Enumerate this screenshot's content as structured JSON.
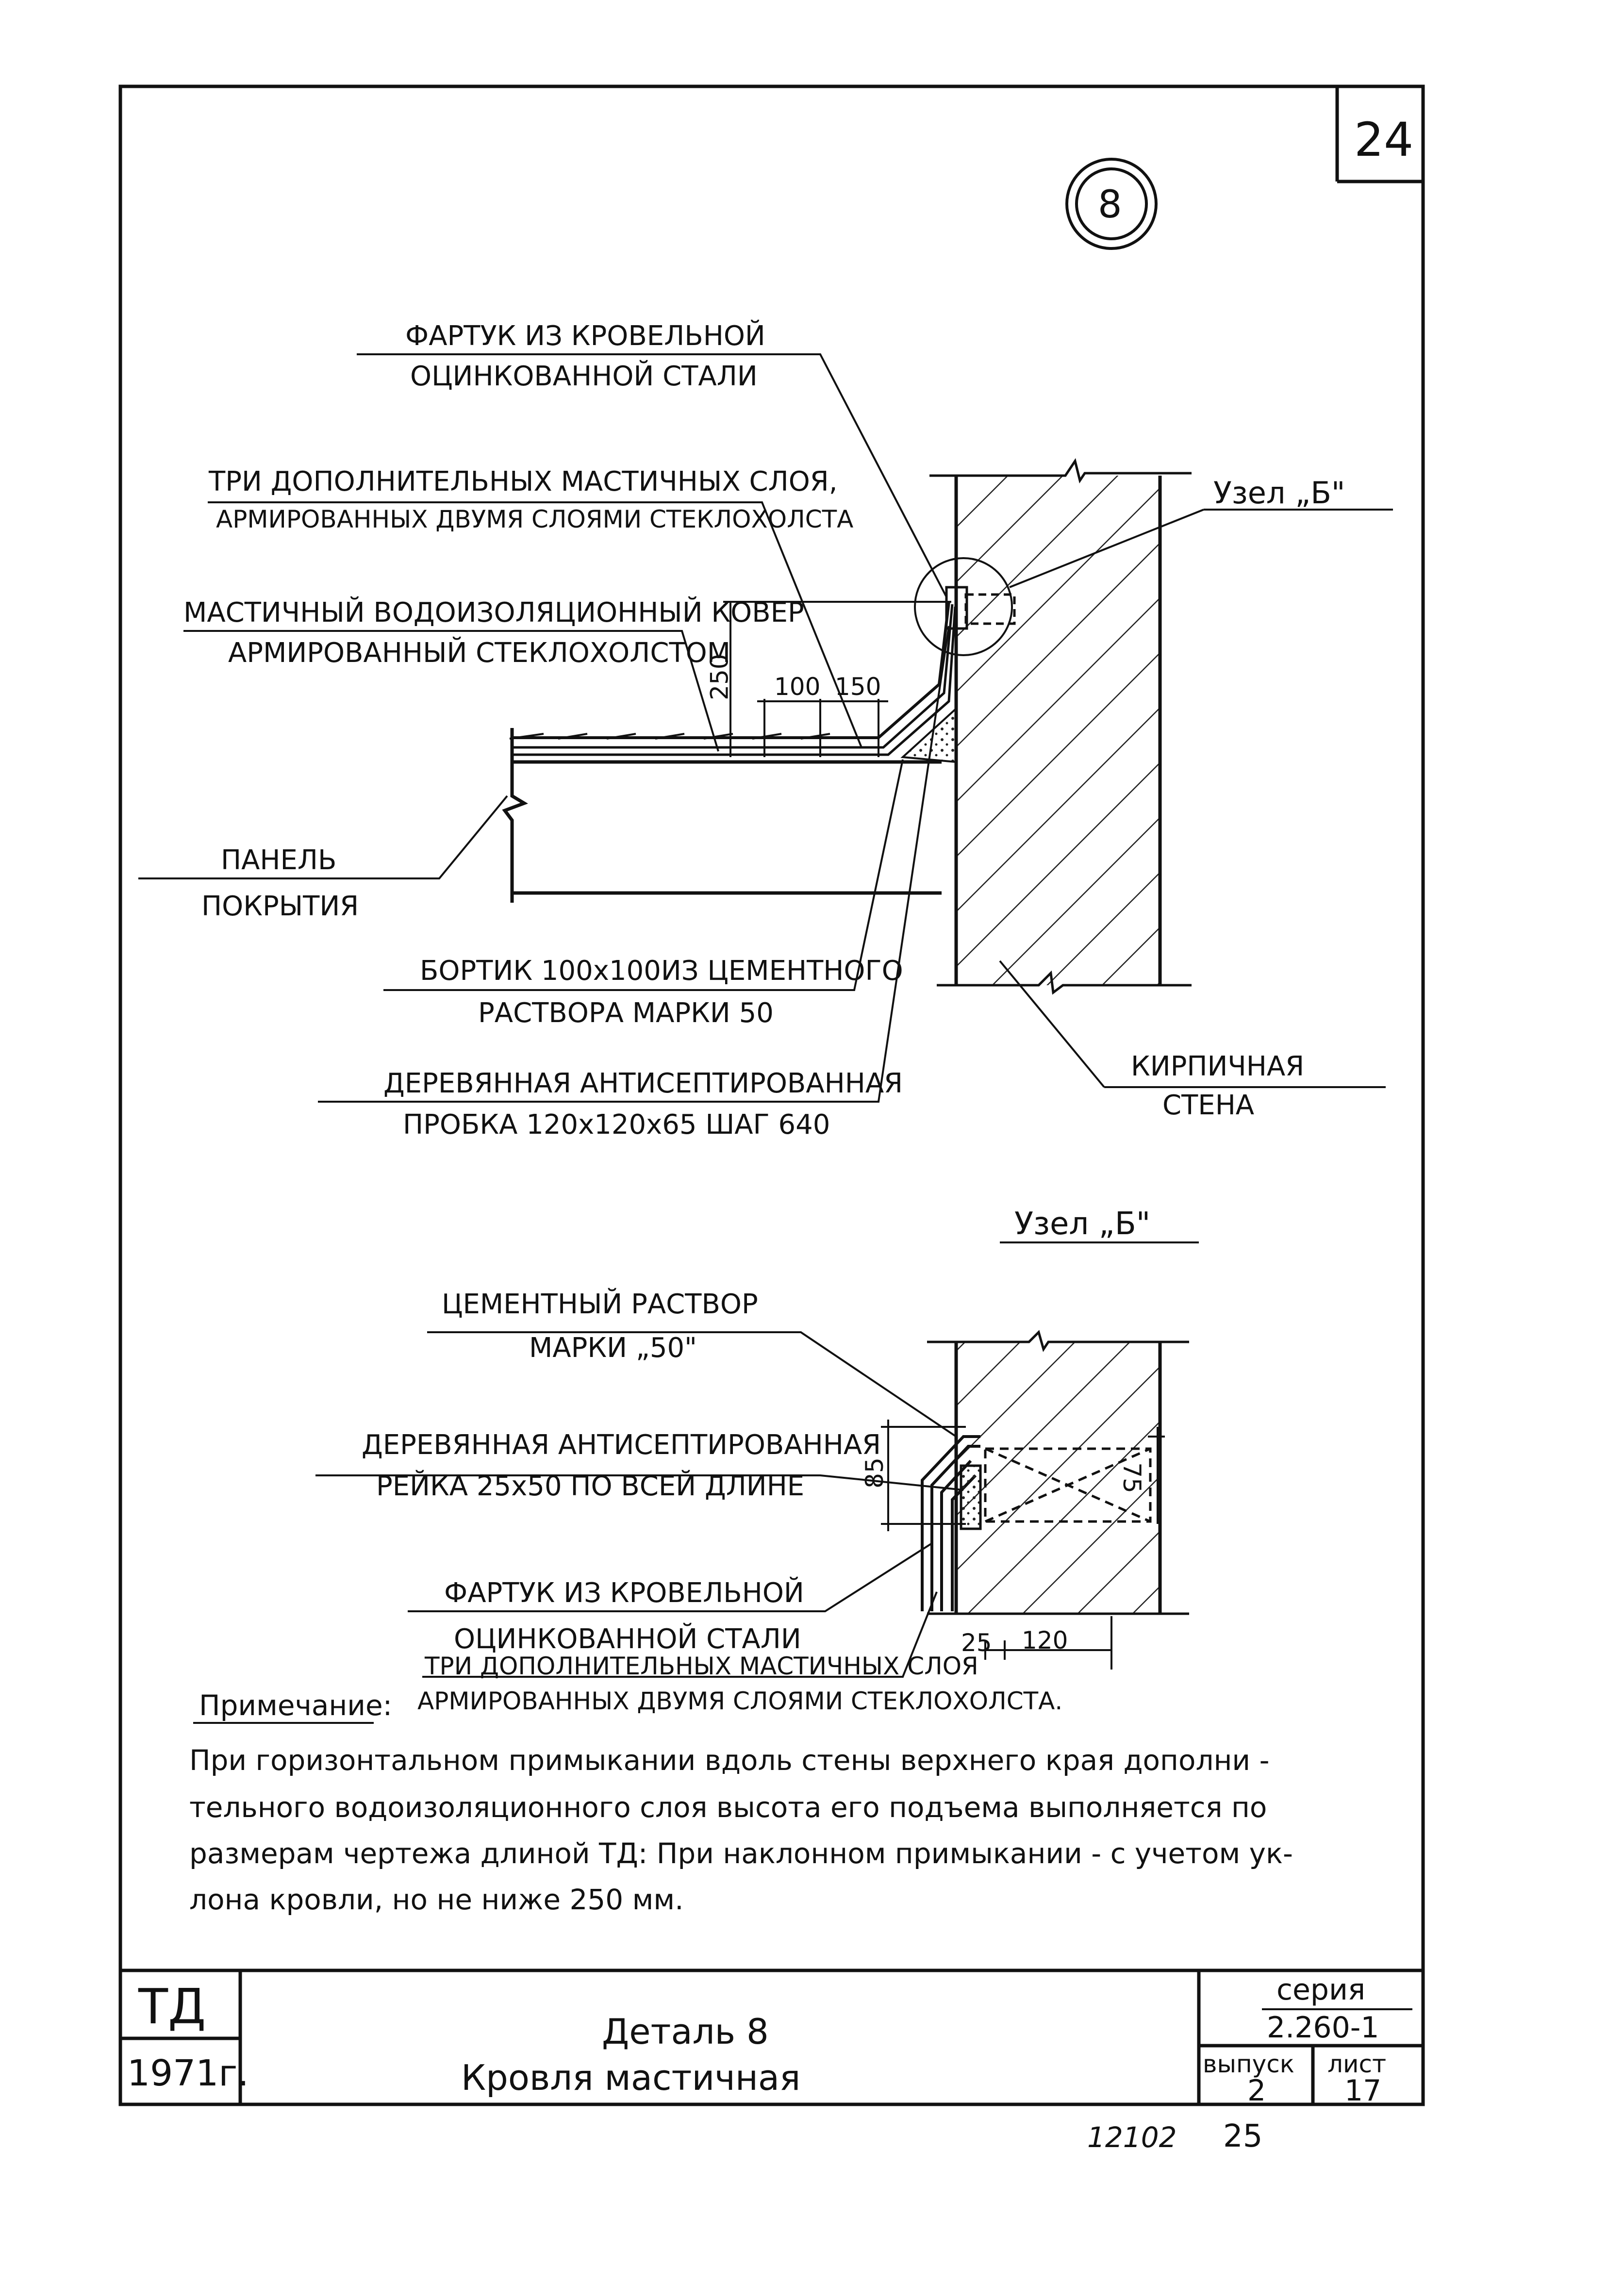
{
  "sheet_corner_number": "24",
  "detail_marker": "8",
  "main_section": {
    "labels": {
      "apron_1": "ФАРТУК ИЗ КРОВЕЛЬНОЙ",
      "apron_2": "ОЦИНКОВАННОЙ СТАЛИ",
      "layers_1": "ТРИ ДОПОЛНИТЕЛЬНЫХ МАСТИЧНЫХ СЛОЯ,",
      "layers_2": "АРМИРОВАННЫХ ДВУМЯ СЛОЯМИ СТЕКЛОХОЛСТА",
      "carpet_1": "МАСТИЧНЫЙ ВОДОИЗОЛЯЦИОННЫЙ КОВЕР",
      "carpet_2": "АРМИРОВАННЫЙ СТЕКЛОХОЛСТОМ",
      "panel_1": "ПАНЕЛЬ",
      "panel_2": "ПОКРЫТИЯ",
      "curb_1": "БОРТИК 100х100ИЗ ЦЕМЕНТНОГО",
      "curb_2": "РАСТВОРА МАРКИ 50",
      "plug_1": "ДЕРЕВЯННАЯ АНТИСЕПТИРОВАННАЯ",
      "plug_2": "ПРОБКА 120х120х65 ШАГ 640",
      "wall_1": "КИРПИЧНАЯ",
      "wall_2": "СТЕНА",
      "node_ref": "Узел „Б\""
    },
    "dimensions": {
      "height": "250",
      "d1": "100",
      "d2": "150"
    }
  },
  "node_section": {
    "title": "Узел „Б\"",
    "labels": {
      "mortar_1": "ЦЕМЕНТНЫЙ РАСТВОР",
      "mortar_2": "МАРКИ „50\"",
      "batten_1": "ДЕРЕВЯННАЯ АНТИСЕПТИРОВАННАЯ",
      "batten_2": "РЕЙКА 25х50 ПО ВСЕЙ ДЛИНЕ",
      "apron_1": "ФАРТУК ИЗ КРОВЕЛЬНОЙ",
      "apron_2": "ОЦИНКОВАННОЙ СТАЛИ",
      "layers_1": "ТРИ ДОПОЛНИТЕЛЬНЫХ МАСТИЧНЫХ СЛОЯ",
      "layers_2": "АРМИРОВАННЫХ ДВУМЯ СЛОЯМИ СТЕКЛОХОЛСТА."
    },
    "dimensions": {
      "h85": "85",
      "h75": "75",
      "w25": "25",
      "w120": "120"
    }
  },
  "note": {
    "heading": "Примечание:",
    "lines": [
      "При горизонтальном примыкании вдоль стены верхнего края дополни -",
      "тельного водоизоляционного слоя высота его подъема выполняется по",
      "размерам чертежа длиной ТД: При наклонном примыкании - с учетом ук-",
      "лона кровли, но не ниже 250 мм."
    ]
  },
  "title_block": {
    "org": "ТД",
    "year": "1971г.",
    "title": "Деталь 8",
    "subtitle": "Кровля мастичная",
    "series_label": "серия",
    "series_value": "2.260-1",
    "issue_label": "выпуск",
    "issue_value": "2",
    "sheet_label": "лист",
    "sheet_value": "17"
  },
  "footer": {
    "code": "12102",
    "page": "25"
  }
}
